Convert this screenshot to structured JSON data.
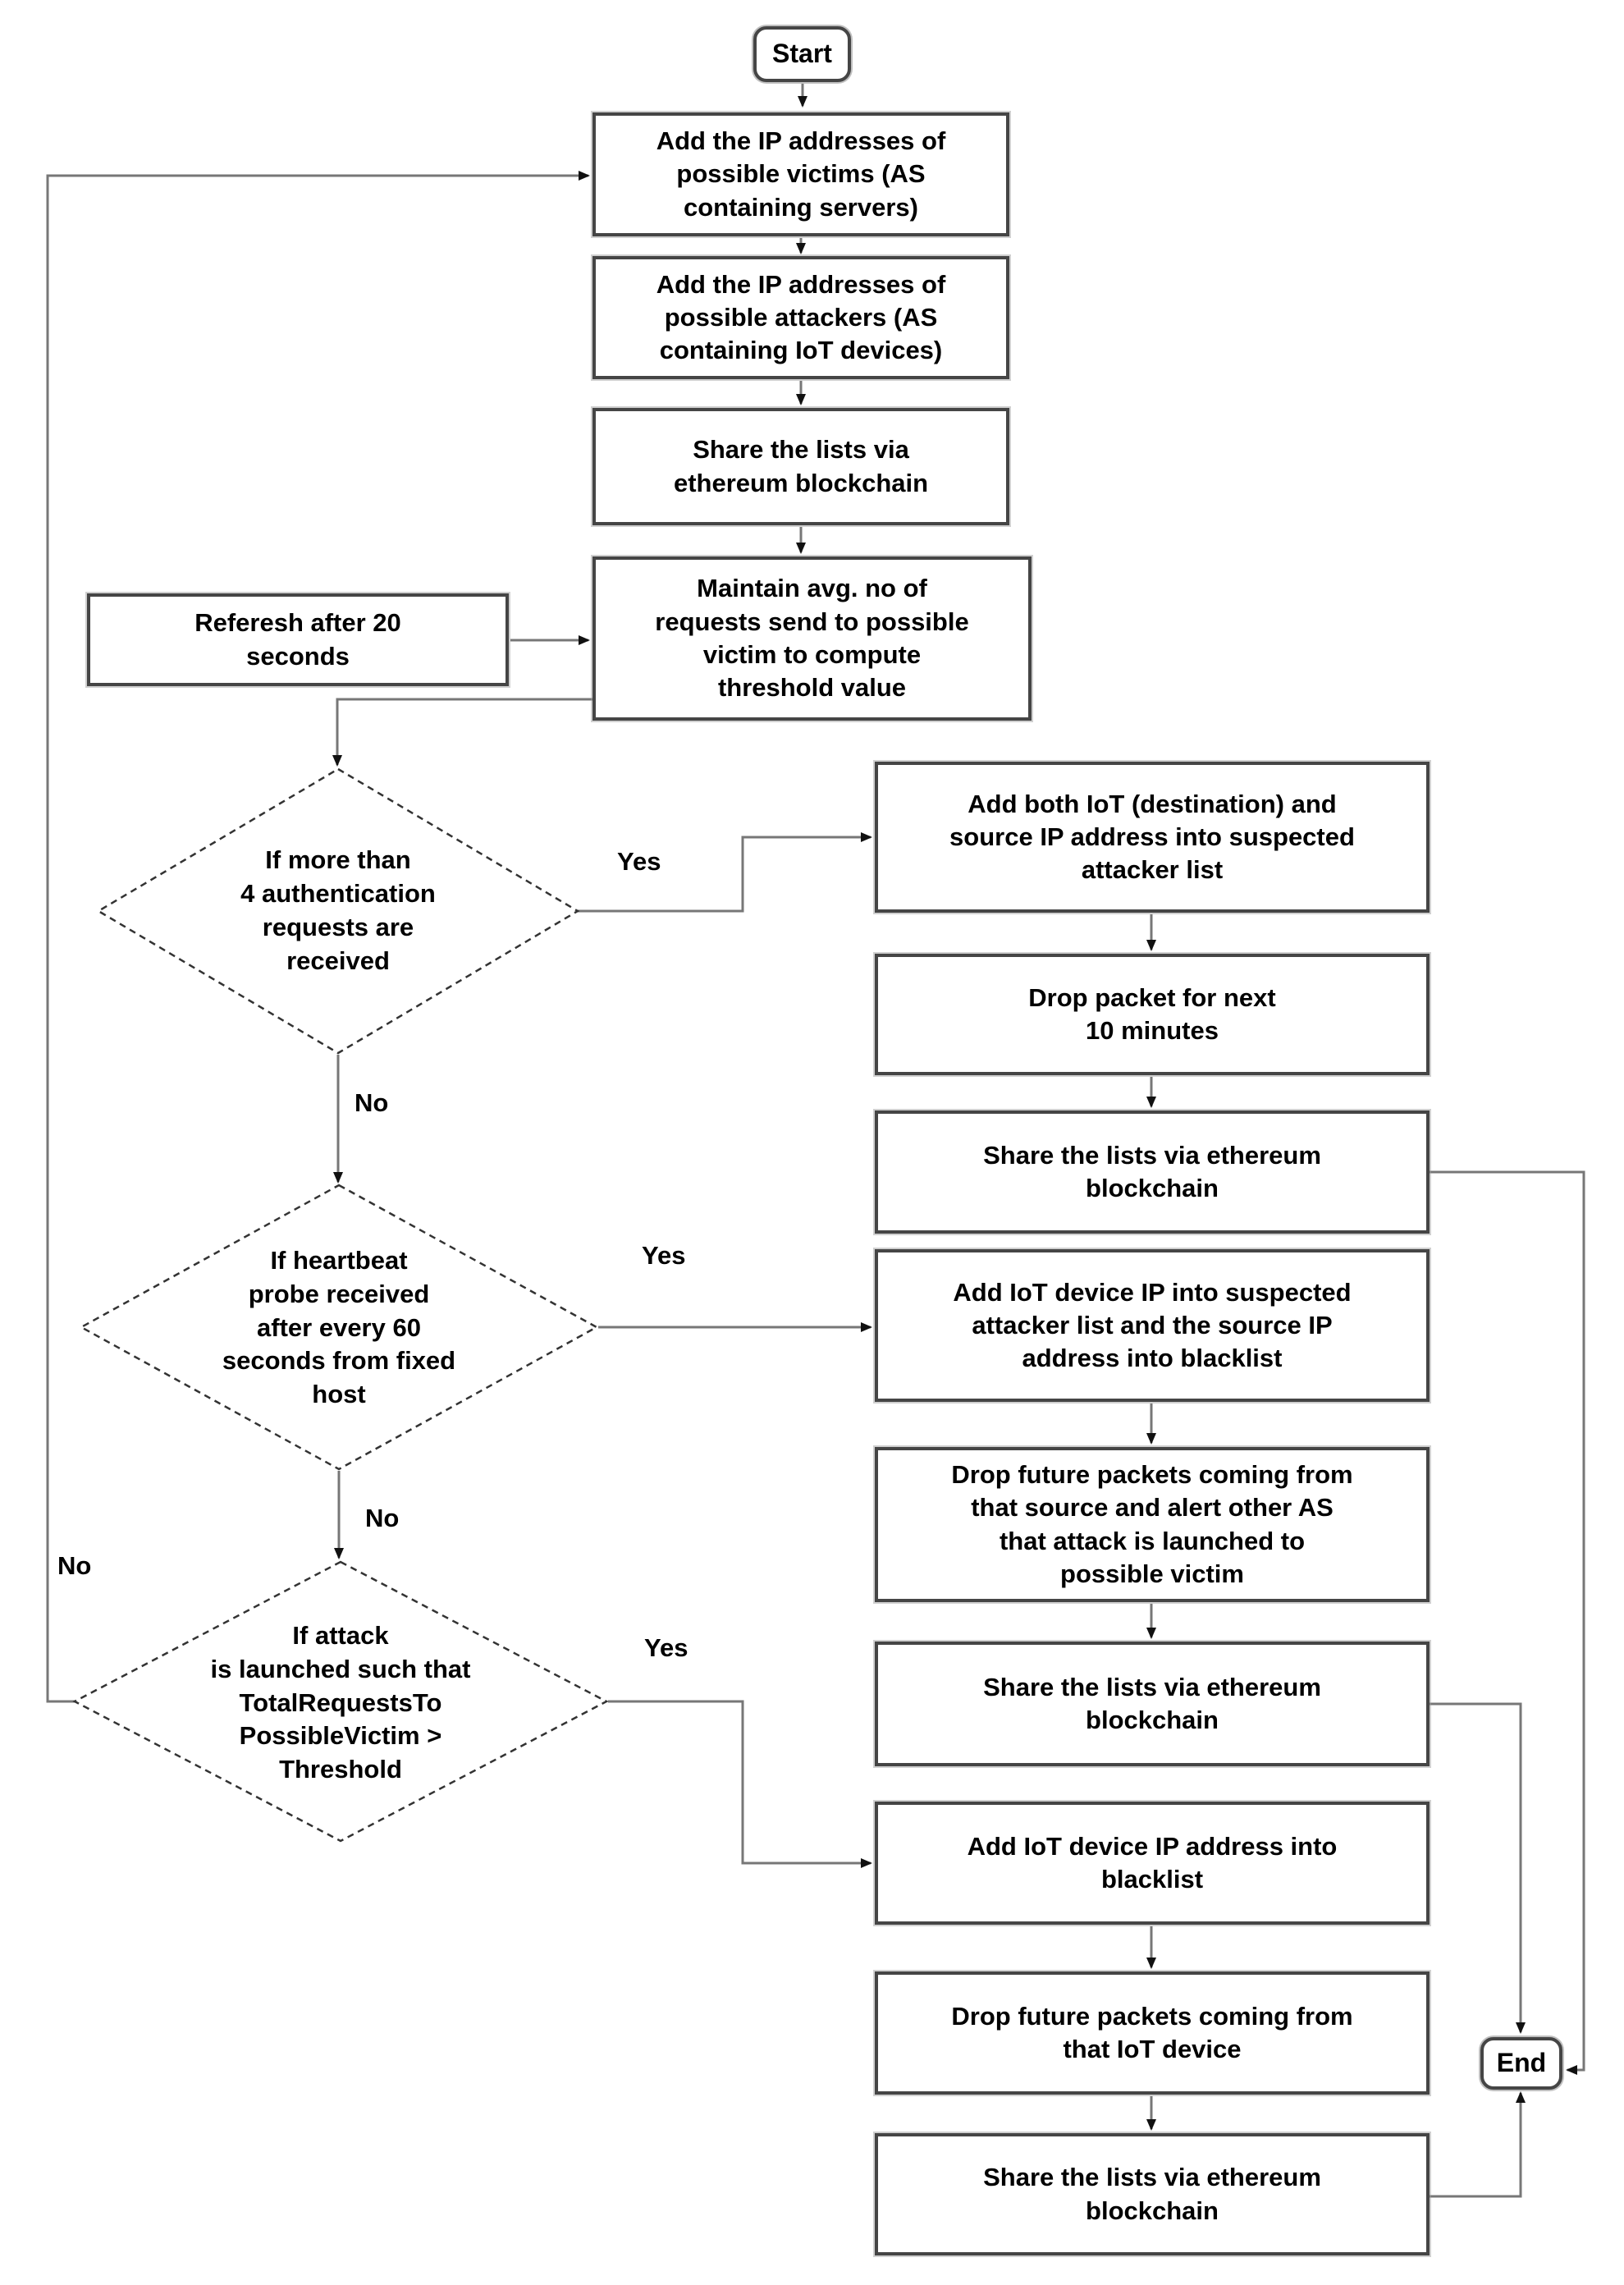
{
  "diagram": {
    "type": "flowchart",
    "nodes": {
      "start": {
        "label": "Start",
        "shape": "terminator"
      },
      "add_victims": {
        "label": "Add the IP addresses of\npossible victims (AS\ncontaining servers)",
        "shape": "process"
      },
      "add_attackers": {
        "label": "Add the IP addresses of\npossible attackers (AS\ncontaining IoT devices)",
        "shape": "process"
      },
      "share_lists_1": {
        "label": "Share the lists via\nethereum blockchain",
        "shape": "process"
      },
      "maintain_avg": {
        "label": "Maintain avg. no of\nrequests send to possible\nvictim to compute\nthreshold value",
        "shape": "process"
      },
      "refresh_20s": {
        "label": "Referesh after 20\nseconds",
        "shape": "process"
      },
      "decision_auth_requests": {
        "label": "If more than\n4 authentication\nrequests are\nreceived",
        "shape": "decision"
      },
      "add_both_suspected": {
        "label": "Add both IoT (destination) and\nsource IP address into suspected\nattacker list",
        "shape": "process"
      },
      "drop_packet_10min": {
        "label": "Drop packet for next\n10 minutes",
        "shape": "process"
      },
      "share_lists_2": {
        "label": "Share the lists via ethereum\nblockchain",
        "shape": "process"
      },
      "decision_heartbeat": {
        "label": "If heartbeat\nprobe received\nafter every 60\nseconds from fixed\nhost",
        "shape": "decision"
      },
      "add_iot_suspected": {
        "label": "Add IoT device IP into suspected\nattacker list and the source IP\naddress into blacklist",
        "shape": "process"
      },
      "drop_future_alert": {
        "label": "Drop future packets coming from\nthat source and alert other AS\nthat attack is launched to\npossible victim",
        "shape": "process"
      },
      "share_lists_3": {
        "label": "Share the lists via ethereum\nblockchain",
        "shape": "process"
      },
      "decision_attack_threshold": {
        "label": "If attack\nis launched such that\nTotalRequestsTo\nPossibleVictim >\nThreshold",
        "shape": "decision"
      },
      "add_blacklist": {
        "label": "Add IoT device IP address into\nblacklist",
        "shape": "process"
      },
      "drop_future_iot": {
        "label": "Drop future packets coming from\nthat IoT device",
        "shape": "process"
      },
      "share_lists_4": {
        "label": "Share the lists via ethereum\nblockchain",
        "shape": "process"
      },
      "end": {
        "label": "End",
        "shape": "terminator"
      }
    },
    "edge_labels": {
      "auth_yes": "Yes",
      "auth_no": "No",
      "heartbeat_yes": "Yes",
      "heartbeat_no": "No",
      "attack_yes": "Yes",
      "attack_no": "No"
    },
    "colors": {
      "background": "#ffffff",
      "node_fill": "#ffffff",
      "node_border": "#454545",
      "decision_border": "#333333",
      "connector": "#777777",
      "arrowhead": "#111111",
      "text": "#000000"
    }
  }
}
